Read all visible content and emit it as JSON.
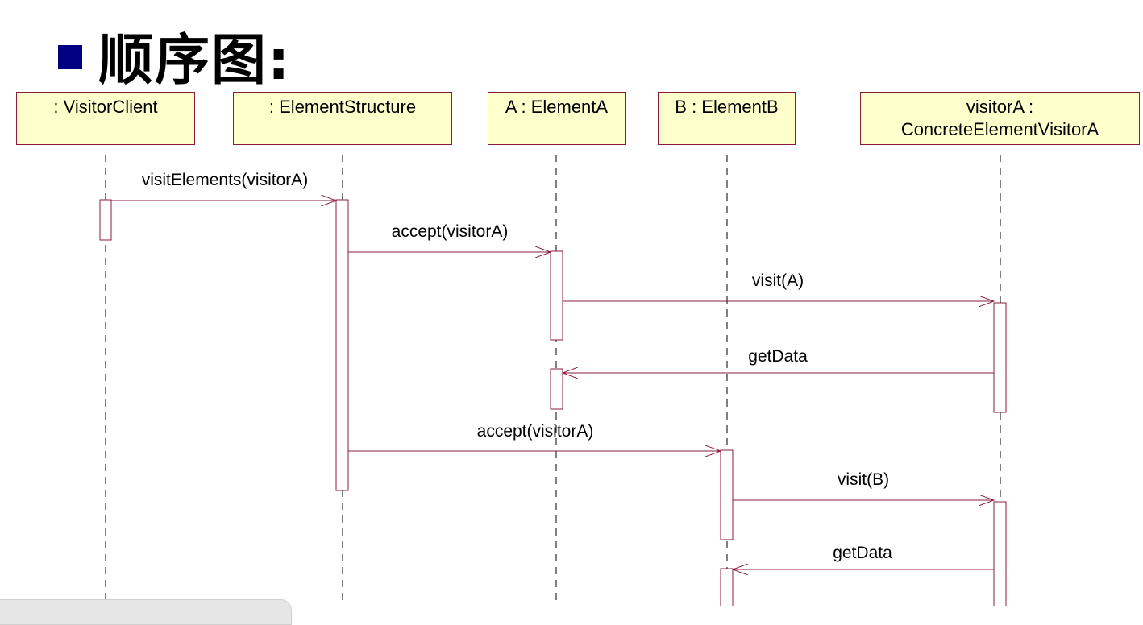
{
  "heading": {
    "text": "顺序图:",
    "bullet_color": "#000080"
  },
  "colors": {
    "line": "#8a1c3a",
    "box_fill": "#ffffcc"
  },
  "lifelines": [
    {
      "id": "client",
      "label": ": VisitorClient"
    },
    {
      "id": "structure",
      "label": ": ElementStructure"
    },
    {
      "id": "elemA",
      "label": "A : ElementA"
    },
    {
      "id": "elemB",
      "label": "B : ElementB"
    },
    {
      "id": "visitorA",
      "label": "visitorA :\nConcreteElementVisitorA"
    }
  ],
  "messages": [
    {
      "label": "visitElements(visitorA)",
      "from": "client",
      "to": "structure"
    },
    {
      "label": "accept(visitorA)",
      "from": "structure",
      "to": "elemA"
    },
    {
      "label": "visit(A)",
      "from": "elemA",
      "to": "visitorA"
    },
    {
      "label": "getData",
      "from": "visitorA",
      "to": "elemA"
    },
    {
      "label": "accept(visitorA)",
      "from": "structure",
      "to": "elemB"
    },
    {
      "label": "visit(B)",
      "from": "elemB",
      "to": "visitorA"
    },
    {
      "label": "getData",
      "from": "visitorA",
      "to": "elemB"
    }
  ]
}
